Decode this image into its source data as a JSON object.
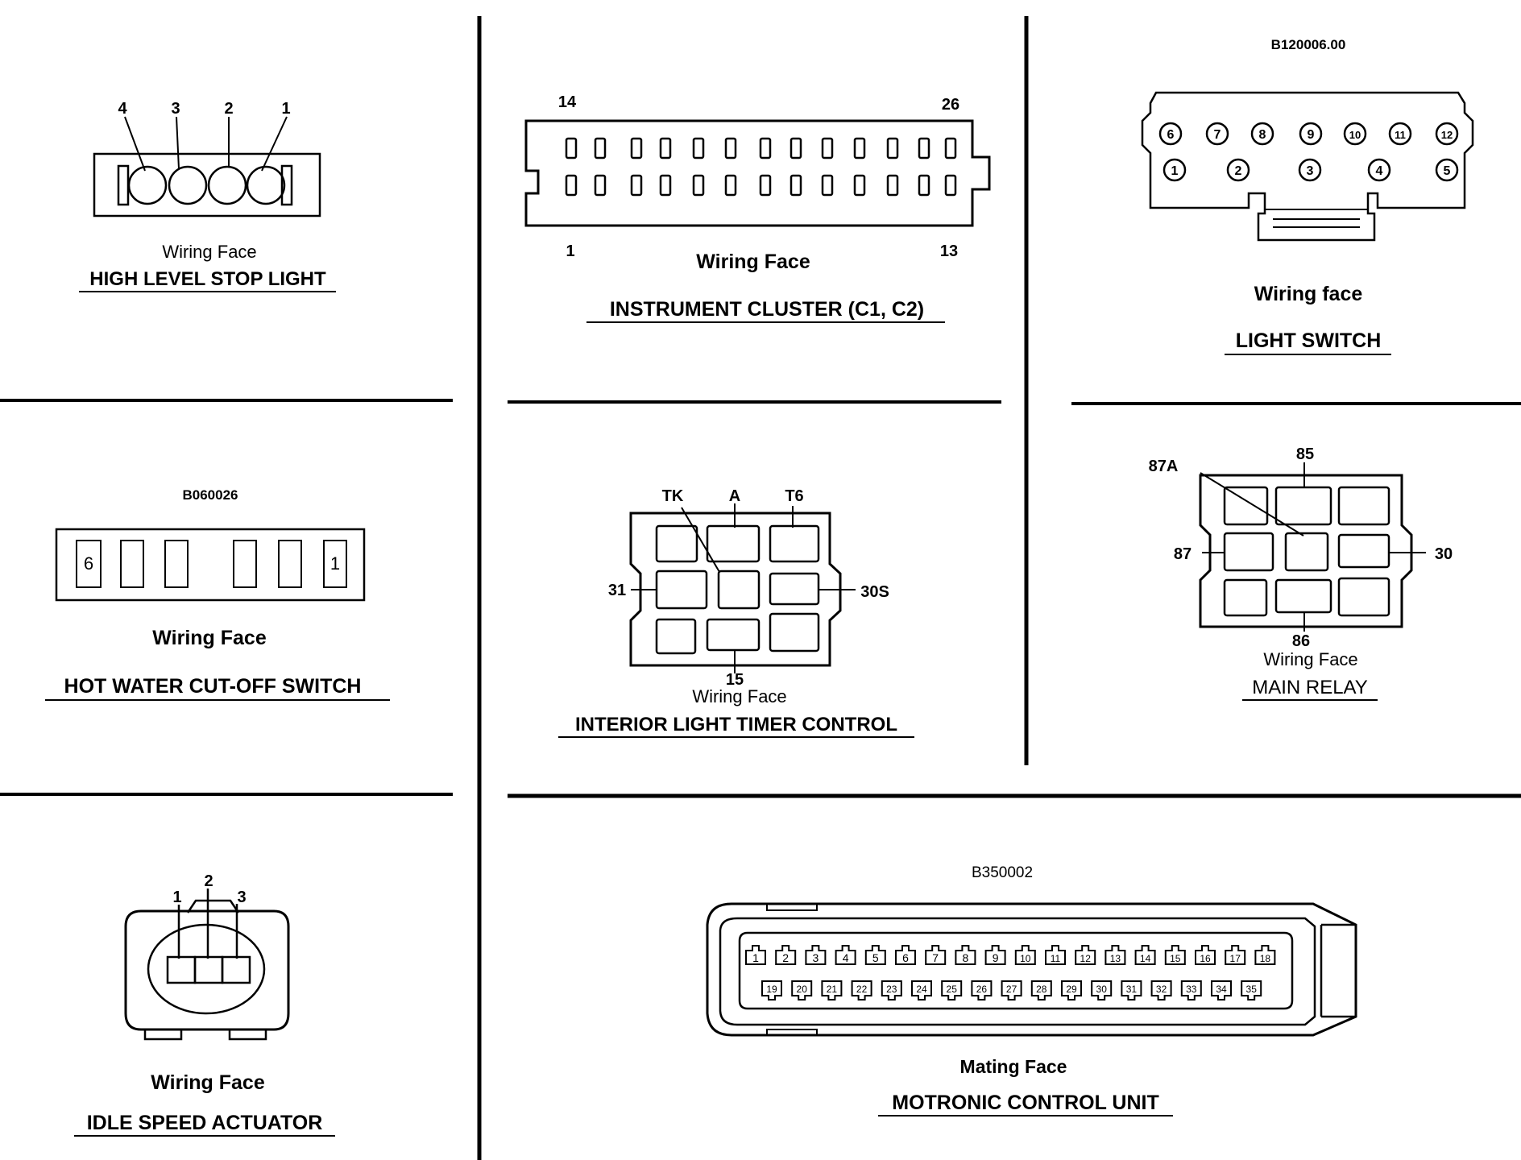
{
  "panels": {
    "high_level_stop_light": {
      "pins": [
        "4",
        "3",
        "2",
        "1"
      ],
      "face": "Wiring Face",
      "title": "HIGH LEVEL STOP LIGHT"
    },
    "instrument_cluster": {
      "pin_top_left": "14",
      "pin_top_right": "26",
      "pin_bottom_left": "1",
      "pin_bottom_right": "13",
      "face": "Wiring Face",
      "title": "INSTRUMENT CLUSTER (C1, C2)"
    },
    "light_switch": {
      "code": "B120006.00",
      "pins_top": [
        "6",
        "7",
        "8",
        "9",
        "10",
        "11",
        "12"
      ],
      "pins_bottom": [
        "1",
        "2",
        "3",
        "4",
        "5"
      ],
      "face": "Wiring face",
      "title": "LIGHT SWITCH"
    },
    "hot_water_cutoff_switch": {
      "code": "B060026",
      "pin_left": "6",
      "pin_right": "1",
      "face": "Wiring Face",
      "title": "HOT WATER CUT-OFF SWITCH"
    },
    "interior_light_timer": {
      "pins": {
        "tk": "TK",
        "a": "A",
        "t6": "T6",
        "p31": "31",
        "p30s": "30S",
        "p15": "15"
      },
      "face": "Wiring Face",
      "title": "INTERIOR LIGHT TIMER CONTROL"
    },
    "main_relay": {
      "pins": {
        "p85": "85",
        "p87a": "87A",
        "p87": "87",
        "p30": "30",
        "p86": "86"
      },
      "face": "Wiring Face",
      "title": "MAIN RELAY"
    },
    "idle_speed_actuator": {
      "pins": [
        "1",
        "2",
        "3"
      ],
      "face": "Wiring Face",
      "title": "IDLE SPEED ACTUATOR"
    },
    "motronic_control_unit": {
      "code": "B350002",
      "pins_top": [
        "1",
        "2",
        "3",
        "4",
        "5",
        "6",
        "7",
        "8",
        "9",
        "10",
        "11",
        "12",
        "13",
        "14",
        "15",
        "16",
        "17",
        "18"
      ],
      "pins_bottom": [
        "19",
        "20",
        "21",
        "22",
        "23",
        "24",
        "25",
        "26",
        "27",
        "28",
        "29",
        "30",
        "31",
        "32",
        "33",
        "34",
        "35"
      ],
      "face": "Mating Face",
      "title": "MOTRONIC CONTROL UNIT"
    }
  }
}
